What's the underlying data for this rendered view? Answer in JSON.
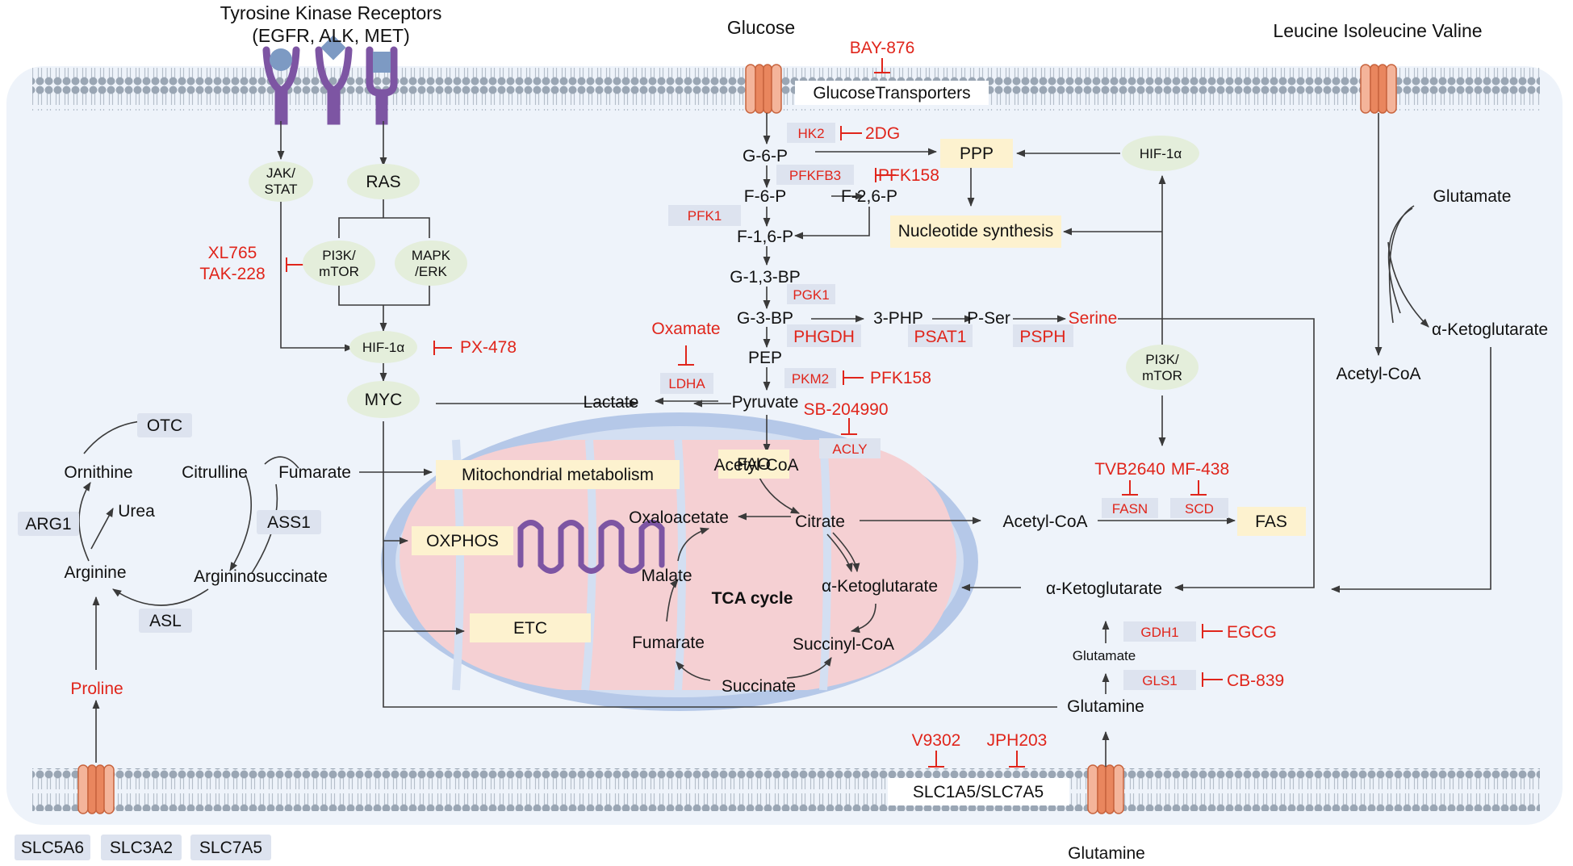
{
  "receptors": {
    "title": "Tyrosine Kinase Receptors",
    "subtitle": "(EGFR, ALK, MET)"
  },
  "top_labels": {
    "glucose": "Glucose",
    "bcaa": "Leucine Isoleucine Valine",
    "glucose_transporters": "GlucoseTransporters"
  },
  "signaling": {
    "jak_stat": [
      "JAK/",
      "STAT"
    ],
    "ras": "RAS",
    "pi3k_mtor": [
      "PI3K/",
      "mTOR"
    ],
    "mapk_erk": [
      "MAPK",
      "/ERK"
    ],
    "hif1a": "HIF-1α",
    "myc": "MYC",
    "hif1a_right": "HIF-1α",
    "pi3k_mtor_right": [
      "PI3K/",
      "mTOR"
    ]
  },
  "inhibitors": {
    "bay876": "BAY-876",
    "twodg": "2DG",
    "pfk158_a": "PFK158",
    "pfk158_b": "PFK158",
    "xl765": "XL765",
    "tak228": "TAK-228",
    "px478": "PX-478",
    "oxamate": "Oxamate",
    "sb204990": "SB-204990",
    "tvb2640": "TVB2640",
    "mf438": "MF-438",
    "egcg": "EGCG",
    "cb839": "CB-839",
    "v9302": "V9302",
    "jph203": "JPH203"
  },
  "enzymes": {
    "hk2": "HK2",
    "pfkfb3": "PFKFB3",
    "pfk1": "PFK1",
    "pgk1": "PGK1",
    "phgdh": "PHGDH",
    "psat1": "PSAT1",
    "psph": "PSPH",
    "pkm2": "PKM2",
    "ldha": "LDHA",
    "acly": "ACLY",
    "fasn": "FASN",
    "scd": "SCD",
    "gdh1": "GDH1",
    "gls1": "GLS1",
    "otc": "OTC",
    "arg1": "ARG1",
    "ass1": "ASS1",
    "asl": "ASL"
  },
  "glycolysis": {
    "g6p": "G-6-P",
    "f6p": "F-6-P",
    "f26p": "F-2,6-P",
    "f16p": "F-1,6-P",
    "g13bp": "G-1,3-BP",
    "g3bp": "G-3-BP",
    "php": "3-PHP",
    "pser": "P-Ser",
    "serine": "Serine",
    "pep": "PEP",
    "pyruvate": "Pyruvate",
    "lactate": "Lactate"
  },
  "pathways": {
    "ppp": "PPP",
    "nucleotide": "Nucleotide synthesis",
    "mito_metab": "Mitochondrial metabolism",
    "oxphos": "OXPHOS",
    "etc": "ETC",
    "fao": "FAO",
    "fas": "FAS"
  },
  "tca": {
    "acetyl_coa": "Acetyl-CoA",
    "citrate": "Citrate",
    "oxaloacetate": "Oxaloacetate",
    "malate": "Malate",
    "akg": "α-Ketoglutarate",
    "fumarate": "Fumarate",
    "succinyl_coa": "Succinyl-CoA",
    "succinate": "Succinate",
    "title": "TCA cycle"
  },
  "cytosol": {
    "acetyl_coa_mid": "Acetyl-CoA",
    "akg_mid": "α-Ketoglutarate",
    "glutamate_mid": "Glutamate",
    "glutamine_mid": "Glutamine",
    "glutamate_right": "Glutamate",
    "akg_right": "α-Ketoglutarate",
    "acetyl_coa_right": "Acetyl-CoA"
  },
  "urea_cycle": {
    "ornithine": "Ornithine",
    "citrulline": "Citrulline",
    "fumarate": "Fumarate",
    "urea": "Urea",
    "arginine": "Arginine",
    "argininosuccinate": "Argininosuccinate",
    "proline": "Proline"
  },
  "transporters": {
    "slc5a6": "SLC5A6",
    "slc3a2": "SLC3A2",
    "slc7a5": "SLC7A5",
    "slc1a5_slc7a5": "SLC1A5/SLC7A5",
    "glutamine_bottom": "Glutamine"
  },
  "colors": {
    "inhibitor_red": "#e0251b",
    "enzyme_box": "#dde3ef",
    "pathway_box": "#fdf2cf",
    "signaling_node": "#e4eedb",
    "membrane_head": "#9aa6b4",
    "cell_fill": "#eef3fa",
    "mito_outer": "#b5c8e8",
    "mito_inner": "#f5d0d3",
    "receptor_purple": "#7d55a3",
    "channel_orange": "#e9865e"
  }
}
